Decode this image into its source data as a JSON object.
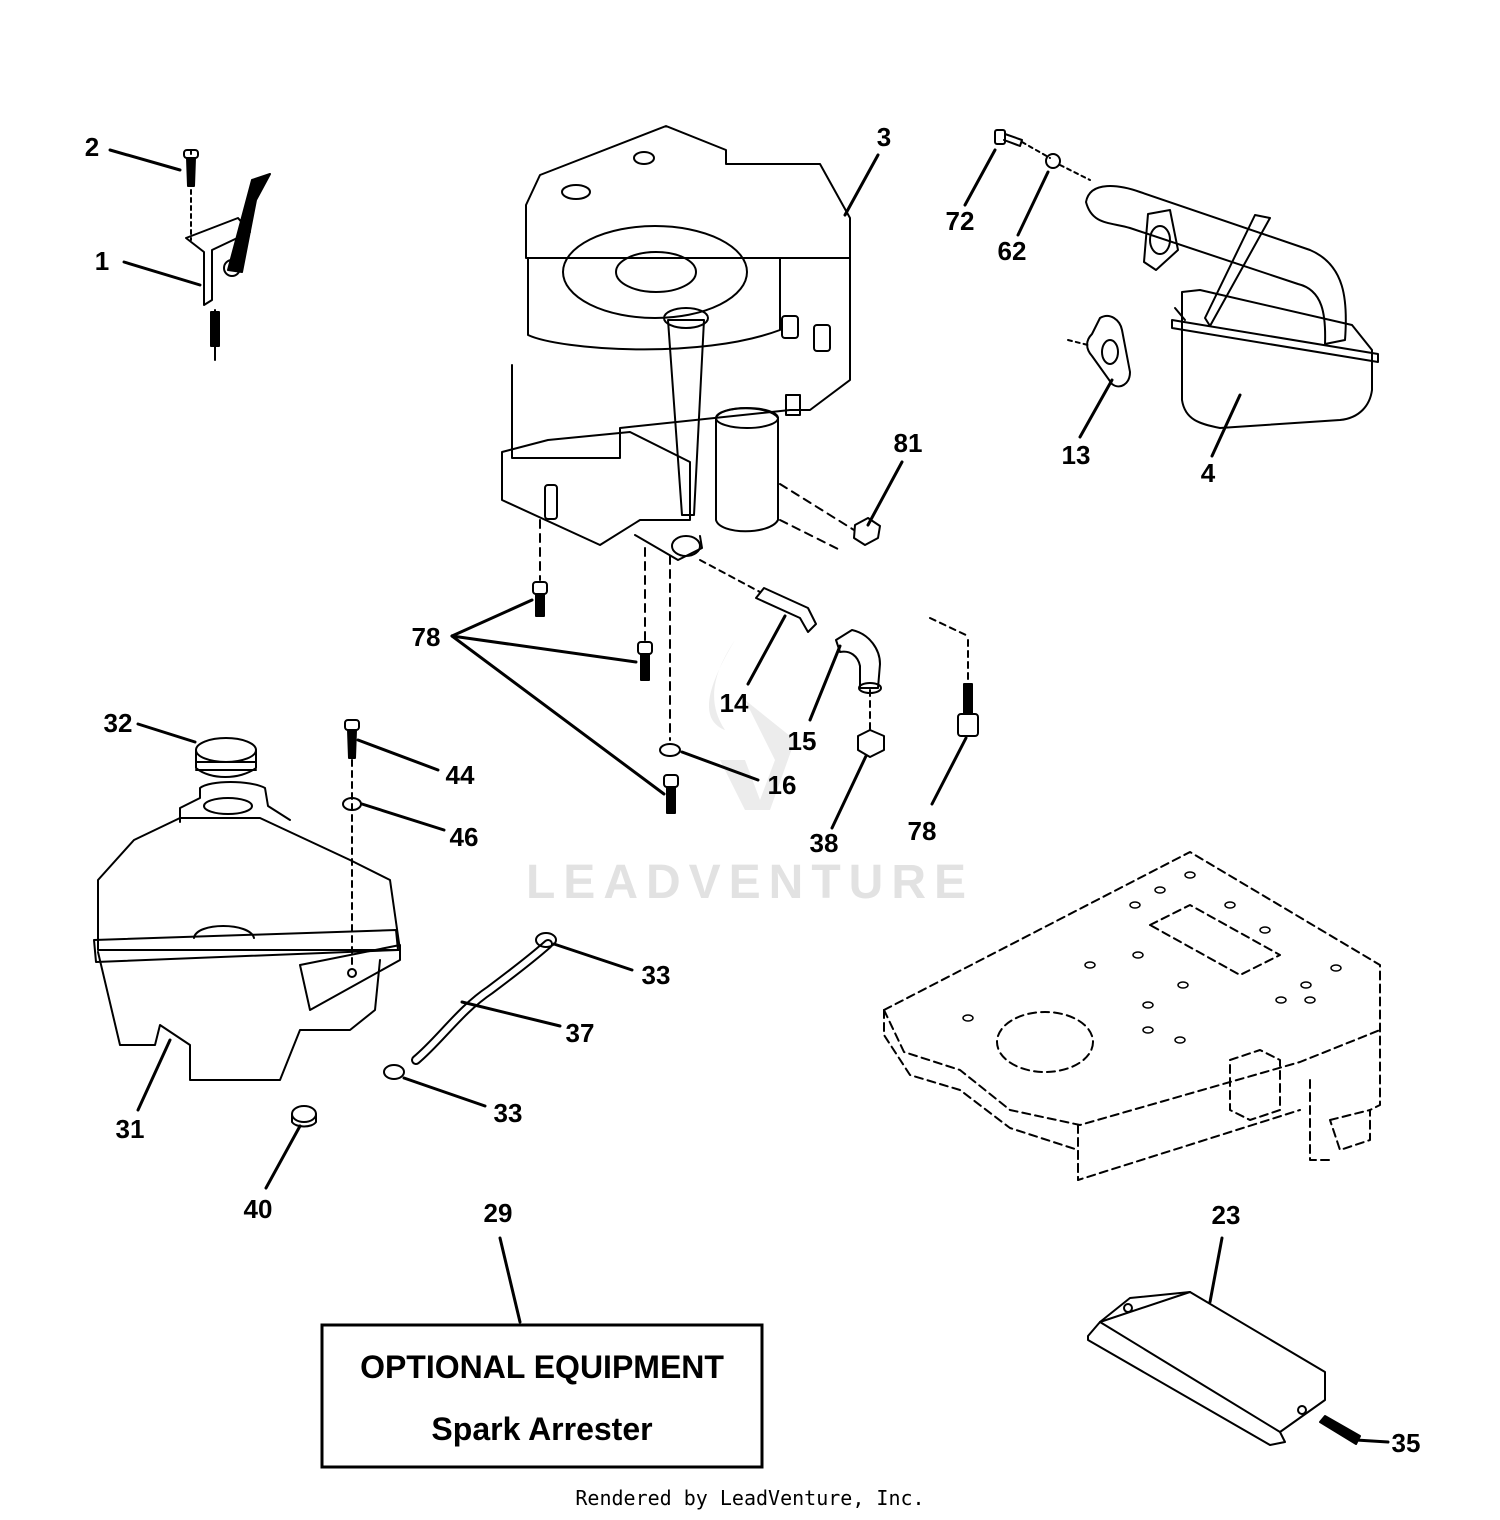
{
  "watermark": "LEADVENTURE",
  "callouts": [
    "1",
    "2",
    "3",
    "4",
    "13",
    "14",
    "15",
    "16",
    "23",
    "29",
    "31",
    "32",
    "33",
    "33",
    "35",
    "37",
    "38",
    "40",
    "44",
    "46",
    "62",
    "72",
    "78",
    "78",
    "81"
  ],
  "optional_box": {
    "title": "OPTIONAL EQUIPMENT",
    "subtitle": "Spark Arrester"
  },
  "footer": "Rendered by LeadVenture, Inc."
}
